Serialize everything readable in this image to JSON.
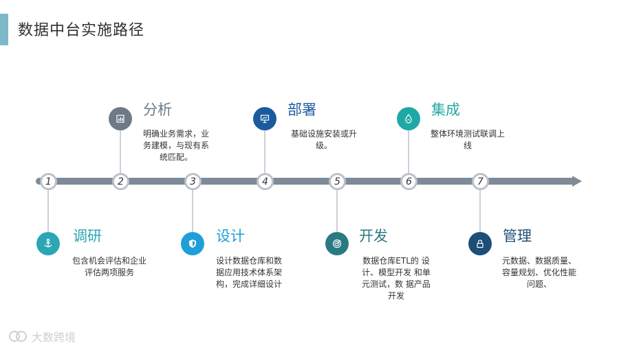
{
  "page": {
    "title": "数据中台实施路径"
  },
  "colors": {
    "accent": "#7db9c8",
    "track": "#7e8b97",
    "node_border": "#b9c2cc",
    "connector": "#9aa3ab"
  },
  "stages": [
    {
      "num": "1",
      "title": "调研",
      "desc": "包含机会评估和企业评估两项服务",
      "icon": "anchor-icon",
      "color": "#2aa6b4"
    },
    {
      "num": "2",
      "title": "分析",
      "desc": "明确业务需求，业务建模，与现有系统匹配。",
      "icon": "chart-icon",
      "color": "#6e7a86"
    },
    {
      "num": "3",
      "title": "设计",
      "desc": "设计数据仓库和数据应用技术体系架构，完成详细设计",
      "icon": "shield-icon",
      "color": "#1f9fd8"
    },
    {
      "num": "4",
      "title": "部署",
      "desc": "基础设施安装或升级。",
      "icon": "presentation-icon",
      "color": "#1b5a9f"
    },
    {
      "num": "5",
      "title": "开发",
      "desc": "数据仓库ETL的 设计、模型开发 和单元测试，数 据产品开发",
      "icon": "target-icon",
      "color": "#2a7a82"
    },
    {
      "num": "6",
      "title": "集成",
      "desc": "整体环境测试联调上线",
      "icon": "droplet-icon",
      "color": "#20a9a4"
    },
    {
      "num": "7",
      "title": "管理",
      "desc": "元数据、数据质量、容量规划、优化性能问题、",
      "icon": "lock-icon",
      "color": "#1d4e78"
    }
  ],
  "watermark": {
    "text": "大数跨境"
  }
}
